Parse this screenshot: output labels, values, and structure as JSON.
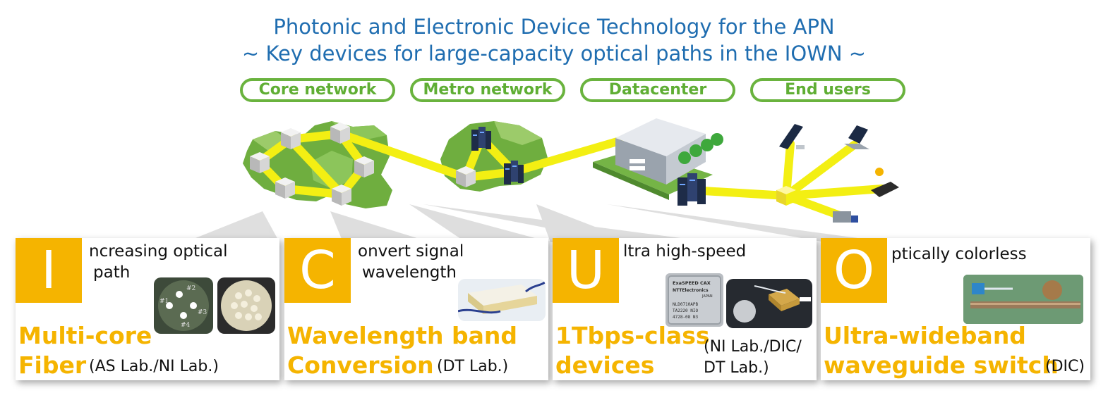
{
  "header": {
    "title_line1": "Photonic and Electronic Device Technology for the APN",
    "title_line2": "~ Key devices for large-capacity optical paths in the IOWN ~"
  },
  "segments": [
    "Core network",
    "Metro network",
    "Datacenter",
    "End users"
  ],
  "colors": {
    "title_blue": "#1f6db0",
    "segment_green": "#6ab33e",
    "accent_orange": "#f5b400",
    "link_yellow": "#f3ef13"
  },
  "cards": [
    {
      "letter": "I",
      "desc_line1": "ncreasing  optical",
      "desc_line2": "path",
      "title_line1": "Multi-core",
      "title_line2": "Fiber",
      "lab": "(AS Lab./NI Lab.)",
      "photo_labels": [
        "#1",
        "#2",
        "#3",
        "#4"
      ]
    },
    {
      "letter": "C",
      "desc_line1": "onvert signal",
      "desc_line2": "wavelength",
      "title_line1": "Wavelength band",
      "title_line2": "Conversion",
      "lab": "(DT Lab.)"
    },
    {
      "letter": "U",
      "desc_line1": "ltra high-speed",
      "desc_line2": "",
      "title_line1": "1Tbps-class",
      "title_line2": "devices",
      "lab_line1": "(NI Lab./DIC/",
      "lab_line2": "DT Lab.)",
      "chip_text": [
        "ExaSPEED CAX",
        "NTTElectronics",
        "JAPAN",
        "NLD0710APB",
        "TA2220 NIO",
        "4728-08 N3"
      ]
    },
    {
      "letter": "O",
      "desc_line1": "ptically colorless",
      "desc_line2": "",
      "title_line1": "Ultra-wideband",
      "title_line2": "waveguide switch",
      "lab": "(DIC)"
    }
  ]
}
